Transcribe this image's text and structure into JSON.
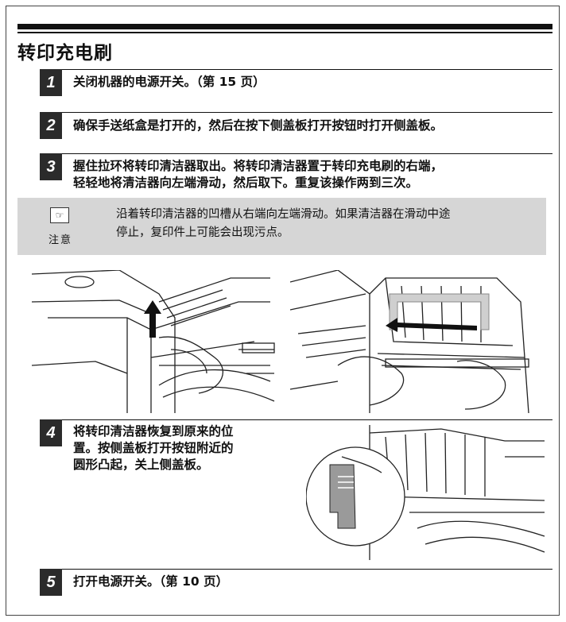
{
  "title": "转印充电刷",
  "steps": [
    {
      "number": "1",
      "text": "关闭机器的电源开关。（第 15 页）"
    },
    {
      "number": "2",
      "text": "确保手送纸盒是打开的，然后在按下侧盖板打开按钮时打开侧盖板。"
    },
    {
      "number": "3",
      "line1": "握住拉环将转印清洁器取出。将转印清洁器置于转印充电刷的右端，",
      "line2": "轻轻地将清洁器向左端滑动，然后取下。重复该操作两到三次。"
    },
    {
      "number": "4",
      "line1": "将转印清洁器恢复到原来的位",
      "line2": "置。按侧盖板打开按钮附近的",
      "line3": "圆形凸起，关上侧盖板。"
    },
    {
      "number": "5",
      "text": "打开电源开关。（第 10 页）"
    }
  ],
  "note": {
    "icon": "pointing-hand-icon",
    "label": "注意",
    "line1": "沿着转印清洁器的凹槽从右端向左端滑动。如果清洁器在滑动中途",
    "line2": "停止，复印件上可能会出现污点。"
  },
  "colors": {
    "step_badge": "#2b2b2b",
    "note_background": "#d6d6d6"
  }
}
